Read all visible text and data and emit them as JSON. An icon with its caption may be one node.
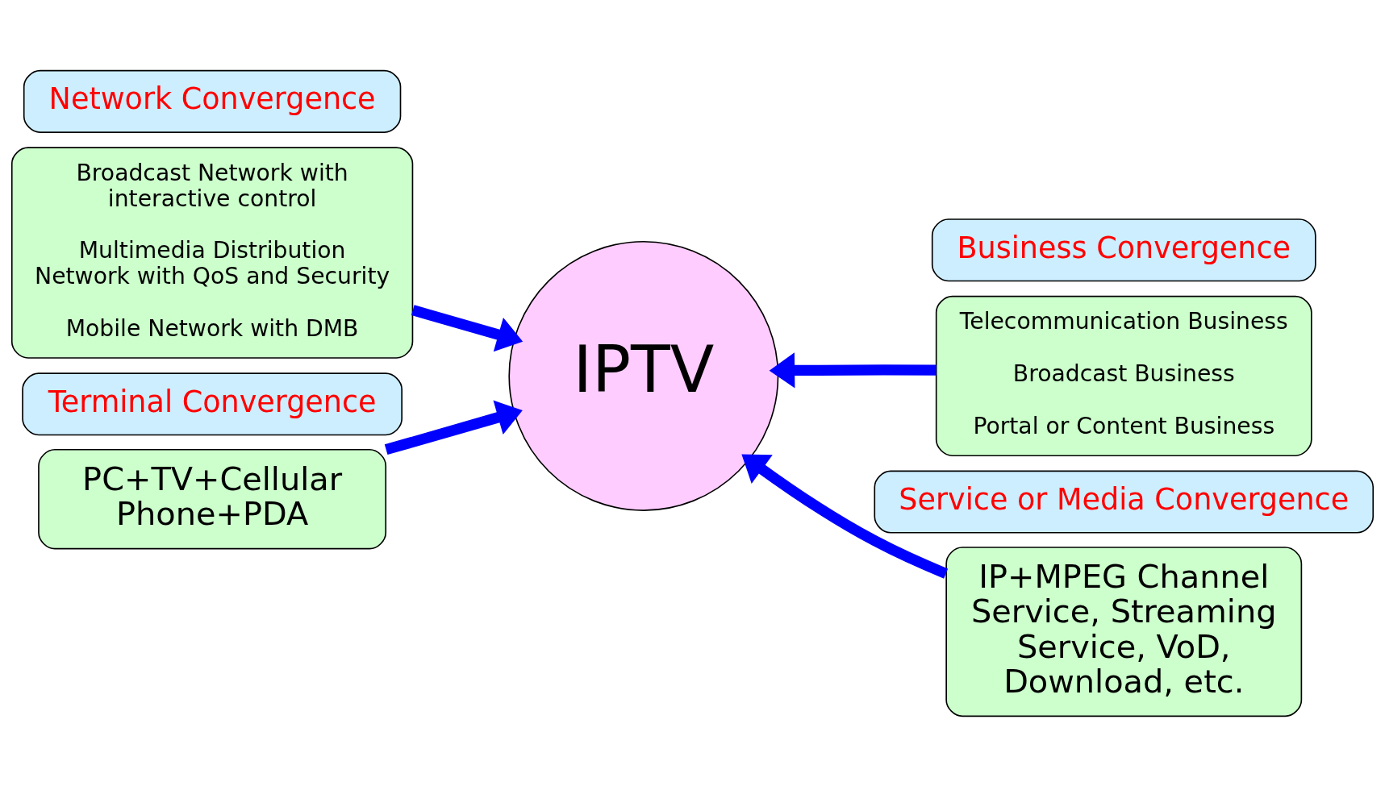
{
  "diagram": {
    "nodes": [
      {
        "text": [
          "Network Convergence"
        ]
      },
      {
        "text": [
          "Broadcast Network with interactive control",
          "Multimedia Distribution Network with QoS and Security",
          "Mobile Network with DMB"
        ]
      },
      {
        "text": [
          "Business Convergence"
        ]
      },
      {
        "text": [
          "Telecommunication Business",
          "Broadcast Business",
          "Portal or Content Business"
        ]
      },
      {
        "text": [
          "IPTV"
        ]
      },
      {
        "text": [
          "Terminal Convergence"
        ]
      },
      {
        "text": [
          "PC+TV+Cellular Phone+PDA"
        ]
      },
      {
        "text": [
          "Service or Media Convergence"
        ]
      },
      {
        "text": [
          "IP+MPEG Channel Service, Streaming Service, VoD, Download, etc."
        ]
      }
    ],
    "edges": [
      {
        "from": 1,
        "to": 4,
        "arrow": "to"
      },
      {
        "from": 3,
        "to": 4,
        "arrow": "to"
      },
      {
        "from": 6,
        "to": 4,
        "arrow": "to"
      },
      {
        "from": 8,
        "to": 4,
        "arrow": "to"
      }
    ]
  }
}
